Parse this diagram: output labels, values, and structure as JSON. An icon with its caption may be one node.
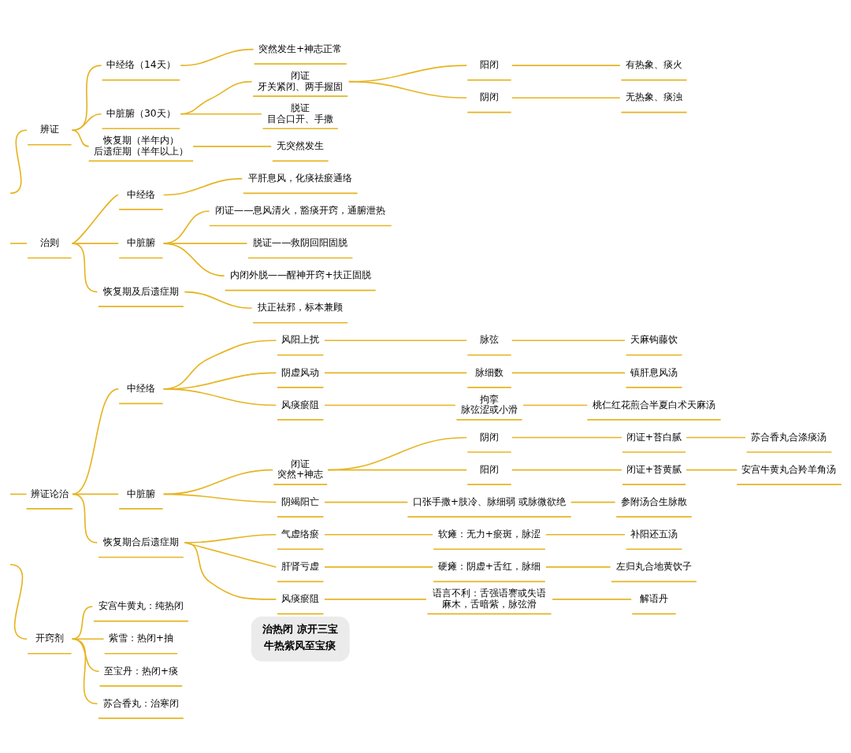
{
  "diagram": {
    "nodes": [
      {
        "text": [
          "辨证"
        ]
      },
      {
        "text": [
          "中经络（14天）"
        ]
      },
      {
        "text": [
          "突然发生+神志正常"
        ]
      },
      {
        "text": [
          "中脏腑（30天）"
        ]
      },
      {
        "text": [
          "闭证",
          "牙关紧闭、两手握固"
        ]
      },
      {
        "text": [
          "阳闭"
        ]
      },
      {
        "text": [
          "有热象、痰火"
        ]
      },
      {
        "text": [
          "阴闭"
        ]
      },
      {
        "text": [
          "无热象、痰浊"
        ]
      },
      {
        "text": [
          "脱证",
          "目合口开、手撒"
        ]
      },
      {
        "text": [
          "恢复期（半年内）",
          "后遗症期（半年以上）"
        ]
      },
      {
        "text": [
          "无突然发生"
        ]
      },
      {
        "text": [
          "治则"
        ]
      },
      {
        "text": [
          "中经络"
        ]
      },
      {
        "text": [
          "平肝息风，化痰祛瘀通络"
        ]
      },
      {
        "text": [
          "中脏腑"
        ]
      },
      {
        "text": [
          "闭证——息风清火，豁痰开窍，通腑泄热"
        ]
      },
      {
        "text": [
          "脱证——救阴回阳固脱"
        ]
      },
      {
        "text": [
          "内闭外脱——醒神开窍+扶正固脱"
        ]
      },
      {
        "text": [
          "恢复期及后遗症期"
        ]
      },
      {
        "text": [
          "扶正祛邪，标本兼顾"
        ]
      },
      {
        "text": [
          "辨证论治"
        ]
      },
      {
        "text": [
          "中经络"
        ]
      },
      {
        "text": [
          "风阳上扰"
        ]
      },
      {
        "text": [
          "脉弦"
        ]
      },
      {
        "text": [
          "天麻钩藤饮"
        ]
      },
      {
        "text": [
          "阴虚风动"
        ]
      },
      {
        "text": [
          "脉细数"
        ]
      },
      {
        "text": [
          "镇肝息风汤"
        ]
      },
      {
        "text": [
          "风痰瘀阻"
        ]
      },
      {
        "text": [
          "拘挛",
          "脉弦涩或小滑"
        ]
      },
      {
        "text": [
          "桃仁红花煎合半夏白术天麻汤"
        ]
      },
      {
        "text": [
          "中脏腑"
        ]
      },
      {
        "text": [
          "闭证",
          "突然+神志"
        ]
      },
      {
        "text": [
          "阴闭"
        ]
      },
      {
        "text": [
          "闭证+苔白腻"
        ]
      },
      {
        "text": [
          "苏合香丸合涤痰汤"
        ]
      },
      {
        "text": [
          "阳闭"
        ]
      },
      {
        "text": [
          "闭证+苔黄腻"
        ]
      },
      {
        "text": [
          "安宫牛黄丸合羚羊角汤"
        ]
      },
      {
        "text": [
          "阴竭阳亡"
        ]
      },
      {
        "text": [
          "口张手撒+肢冷、脉细弱 或脉微欲绝"
        ]
      },
      {
        "text": [
          "参附汤合生脉散"
        ]
      },
      {
        "text": [
          "恢复期合后遗症期"
        ]
      },
      {
        "text": [
          "气虚络瘀"
        ]
      },
      {
        "text": [
          "软瘫：无力+瘀斑，脉涩"
        ]
      },
      {
        "text": [
          "补阳还五汤"
        ]
      },
      {
        "text": [
          "肝肾亏虚"
        ]
      },
      {
        "text": [
          "硬瘫：阴虚+舌红，脉细"
        ]
      },
      {
        "text": [
          "左归丸合地黄饮子"
        ]
      },
      {
        "text": [
          "风痰瘀阻"
        ]
      },
      {
        "text": [
          "语言不利：舌强语謇或失语",
          "麻木，舌暗紫，脉弦滑"
        ]
      },
      {
        "text": [
          "解语丹"
        ]
      },
      {
        "text": [
          "开窍剂"
        ]
      },
      {
        "text": [
          "安宫牛黄丸：纯热闭"
        ]
      },
      {
        "text": [
          "紫雪：热闭+抽"
        ]
      },
      {
        "text": [
          "至宝丹：热闭+痰"
        ]
      },
      {
        "text": [
          "苏合香丸：治寒闭"
        ]
      },
      {
        "text": [
          "治热闭 凉开三宝",
          "牛热紫风至宝痰"
        ]
      }
    ],
    "edges": [
      {
        "from": null,
        "to": 0,
        "arrow": "none"
      },
      {
        "from": 0,
        "to": 1,
        "arrow": "none"
      },
      {
        "from": 1,
        "to": 2,
        "arrow": "none"
      },
      {
        "from": 0,
        "to": 3,
        "arrow": "none"
      },
      {
        "from": 3,
        "to": 4,
        "arrow": "none"
      },
      {
        "from": 4,
        "to": 5,
        "arrow": "none"
      },
      {
        "from": 5,
        "to": 6,
        "arrow": "none"
      },
      {
        "from": 4,
        "to": 7,
        "arrow": "none"
      },
      {
        "from": 7,
        "to": 8,
        "arrow": "none"
      },
      {
        "from": 3,
        "to": 9,
        "arrow": "none"
      },
      {
        "from": 0,
        "to": 10,
        "arrow": "none"
      },
      {
        "from": 10,
        "to": 11,
        "arrow": "none"
      },
      {
        "from": null,
        "to": 12,
        "arrow": "none"
      },
      {
        "from": 12,
        "to": 13,
        "arrow": "none"
      },
      {
        "from": 13,
        "to": 14,
        "arrow": "none"
      },
      {
        "from": 12,
        "to": 15,
        "arrow": "none"
      },
      {
        "from": 15,
        "to": 16,
        "arrow": "none"
      },
      {
        "from": 15,
        "to": 17,
        "arrow": "none"
      },
      {
        "from": 15,
        "to": 18,
        "arrow": "none"
      },
      {
        "from": 12,
        "to": 19,
        "arrow": "none"
      },
      {
        "from": 19,
        "to": 20,
        "arrow": "none"
      },
      {
        "from": null,
        "to": 21,
        "arrow": "none"
      },
      {
        "from": 21,
        "to": 22,
        "arrow": "none"
      },
      {
        "from": 22,
        "to": 23,
        "arrow": "none"
      },
      {
        "from": 23,
        "to": 24,
        "arrow": "none"
      },
      {
        "from": 24,
        "to": 25,
        "arrow": "none"
      },
      {
        "from": 22,
        "to": 26,
        "arrow": "none"
      },
      {
        "from": 26,
        "to": 27,
        "arrow": "none"
      },
      {
        "from": 27,
        "to": 28,
        "arrow": "none"
      },
      {
        "from": 22,
        "to": 29,
        "arrow": "none"
      },
      {
        "from": 29,
        "to": 30,
        "arrow": "none"
      },
      {
        "from": 30,
        "to": 31,
        "arrow": "none"
      },
      {
        "from": 21,
        "to": 32,
        "arrow": "none"
      },
      {
        "from": 32,
        "to": 33,
        "arrow": "none"
      },
      {
        "from": 33,
        "to": 34,
        "arrow": "none"
      },
      {
        "from": 34,
        "to": 35,
        "arrow": "none"
      },
      {
        "from": 35,
        "to": 36,
        "arrow": "none"
      },
      {
        "from": 33,
        "to": 37,
        "arrow": "none"
      },
      {
        "from": 37,
        "to": 38,
        "arrow": "none"
      },
      {
        "from": 38,
        "to": 39,
        "arrow": "none"
      },
      {
        "from": 32,
        "to": 40,
        "arrow": "none"
      },
      {
        "from": 40,
        "to": 41,
        "arrow": "none"
      },
      {
        "from": 41,
        "to": 42,
        "arrow": "none"
      },
      {
        "from": 21,
        "to": 43,
        "arrow": "none"
      },
      {
        "from": 43,
        "to": 44,
        "arrow": "none"
      },
      {
        "from": 44,
        "to": 45,
        "arrow": "none"
      },
      {
        "from": 45,
        "to": 46,
        "arrow": "none"
      },
      {
        "from": 43,
        "to": 47,
        "arrow": "none"
      },
      {
        "from": 47,
        "to": 48,
        "arrow": "none"
      },
      {
        "from": 48,
        "to": 49,
        "arrow": "none"
      },
      {
        "from": 43,
        "to": 50,
        "arrow": "none"
      },
      {
        "from": 50,
        "to": 51,
        "arrow": "none"
      },
      {
        "from": 51,
        "to": 52,
        "arrow": "none"
      },
      {
        "from": null,
        "to": 53,
        "arrow": "none"
      },
      {
        "from": 53,
        "to": 54,
        "arrow": "none"
      },
      {
        "from": 53,
        "to": 55,
        "arrow": "none"
      },
      {
        "from": 53,
        "to": 56,
        "arrow": "none"
      },
      {
        "from": 53,
        "to": 57,
        "arrow": "none"
      }
    ]
  }
}
